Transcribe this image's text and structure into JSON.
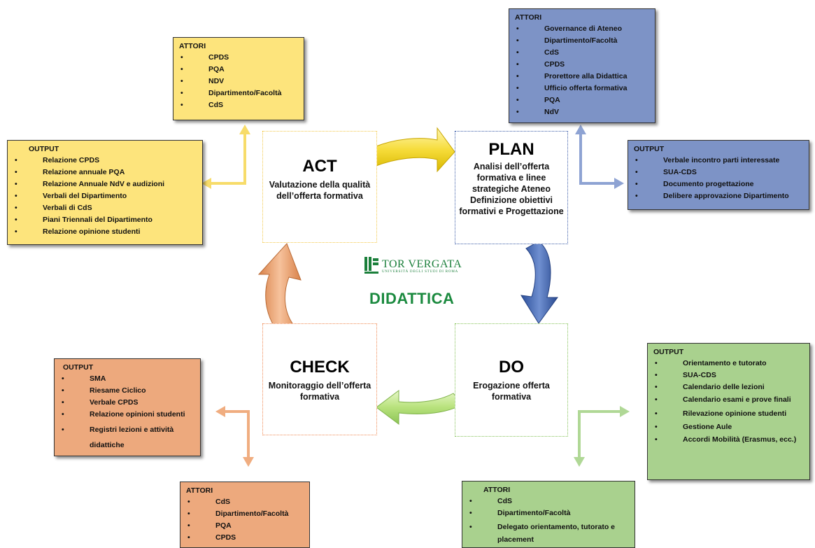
{
  "center": {
    "act": {
      "title": "ACT",
      "desc": "Valutazione della qualità dell’offerta formativa"
    },
    "plan": {
      "title": "PLAN",
      "desc": "Analisi dell’offerta formativa e linee strategiche Ateneo Definizione obiettivi formativi e Progettazione"
    },
    "check": {
      "title": "CHECK",
      "desc": "Monitoraggio dell’offerta formativa"
    },
    "do": {
      "title": "DO",
      "desc": "Erogazione offerta formativa"
    }
  },
  "logo": {
    "name": "TOR VERGATA",
    "sub": "UNIVERSITÀ DEGLI STUDI DI ROMA",
    "label": "DIDATTICA"
  },
  "boxes": {
    "act_attori": {
      "header": "ATTORI",
      "items": [
        "CPDS",
        "PQA",
        "NDV",
        "Dipartimento/Facoltà",
        "CdS"
      ]
    },
    "act_output": {
      "header": "OUTPUT",
      "items": [
        "Relazione CPDS",
        "Relazione annuale PQA",
        "Relazione Annuale NdV e audizioni",
        "Verbali del Dipartimento",
        "Verbali di CdS",
        "Piani Triennali del Dipartimento",
        "Relazione opinione studenti"
      ]
    },
    "plan_attori": {
      "header": "ATTORI",
      "items": [
        "Governance di Ateneo",
        "Dipartimento/Facoltà",
        "CdS",
        "CPDS",
        "Prorettore alla Didattica",
        "Ufficio offerta formativa",
        "PQA",
        "NdV"
      ]
    },
    "plan_output": {
      "header": "OUTPUT",
      "items": [
        "Verbale incontro parti interessate",
        "SUA-CDS",
        "Documento progettazione",
        "Delibere approvazione Dipartimento"
      ]
    },
    "check_output": {
      "header": "OUTPUT",
      "items": [
        "SMA",
        "Riesame Ciclico",
        "Verbale CPDS",
        "Relazione opinioni studenti",
        "Registri lezioni e attività didattiche"
      ]
    },
    "check_attori": {
      "header": "ATTORI",
      "items": [
        "CdS",
        "Dipartimento/Facoltà",
        "PQA",
        "CPDS"
      ]
    },
    "do_output": {
      "header": "OUTPUT",
      "items": [
        "Orientamento e tutorato",
        "SUA-CDS",
        "Calendario delle lezioni",
        "Calendario esami e prove finali",
        "Rilevazione opinione studenti",
        "Gestione Aule",
        "Accordi Mobilità (Erasmus, ecc.)"
      ]
    },
    "do_attori": {
      "header": "ATTORI",
      "items": [
        "CdS",
        "Dipartimento/Facoltà",
        "Delegato orientamento, tutorato e placement"
      ]
    }
  },
  "colors": {
    "yellow": "#fde47c",
    "blue": "#7d93c6",
    "orange": "#eda97d",
    "green": "#a9d18e",
    "brand_green": "#1b8a3f"
  }
}
